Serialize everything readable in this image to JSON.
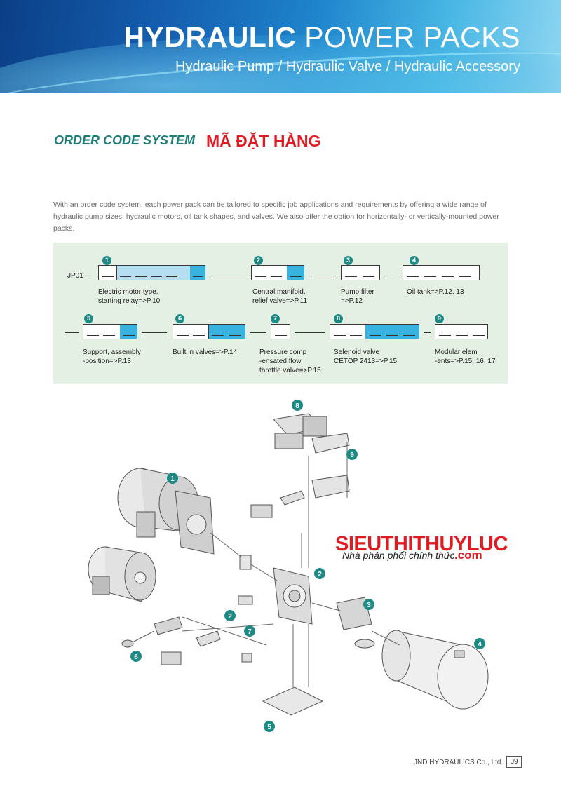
{
  "header": {
    "title_bold": "HYDRAULIC",
    "title_rest": "POWER PACKS",
    "subtitle": "Hydraulic Pump / Hydraulic Valve / Hydraulic Accessory"
  },
  "section": {
    "heading_en": "ORDER CODE SYSTEM",
    "heading_vi": "MÃ ĐẶT HÀNG"
  },
  "intro": "With an order code system, each power pack can be tailored to specific job applications and requirements by offering a wide range of hydraulic pump sizes, hydraulic motors, oil tank shapes, and valves. We also offer the option for horizontally- or vertically-mounted power packs.",
  "order_code": {
    "prefix": "JP01 —",
    "groups": [
      {
        "number": "1",
        "label_1": "Electric motor type,",
        "label_2": "starting relay=>P.10"
      },
      {
        "number": "2",
        "label_1": "Central manifold,",
        "label_2": "relief valve=>P.11"
      },
      {
        "number": "3",
        "label_1": "Pump,filter",
        "label_2": "=>P.12"
      },
      {
        "number": "4",
        "label_1": "Oil tank=>P.12, 13",
        "label_2": ""
      },
      {
        "number": "5",
        "label_1": "Support, assembly",
        "label_2": "-position=>P.13"
      },
      {
        "number": "6",
        "label_1": "Built in valves=>P.14",
        "label_2": ""
      },
      {
        "number": "7",
        "label_1": "Pressure comp",
        "label_2": "-ensated flow",
        "label_3": "throttle valve=>P.15"
      },
      {
        "number": "8",
        "label_1": "Selenoid valve",
        "label_2": "CETOP 2413=>P.15"
      },
      {
        "number": "9",
        "label_1": "Modular elem",
        "label_2": "-ents=>P.15, 16, 17"
      }
    ]
  },
  "diagram": {
    "callouts": [
      "8",
      "9",
      "1",
      "2",
      "3",
      "2",
      "7",
      "6",
      "4",
      "5"
    ],
    "brand": "SIEUTHITHUYLUC",
    "brand_sub": "Nhà phân phối chính thức",
    "brand_com": ".com"
  },
  "footer": {
    "company": "JND HYDRAULICS Co., Ltd.",
    "page": "09"
  },
  "colors": {
    "accent_teal": "#1d8a86",
    "brand_red": "#e21b23",
    "code_fill": "#38b2de",
    "box_bg": "#e5f0e5"
  }
}
